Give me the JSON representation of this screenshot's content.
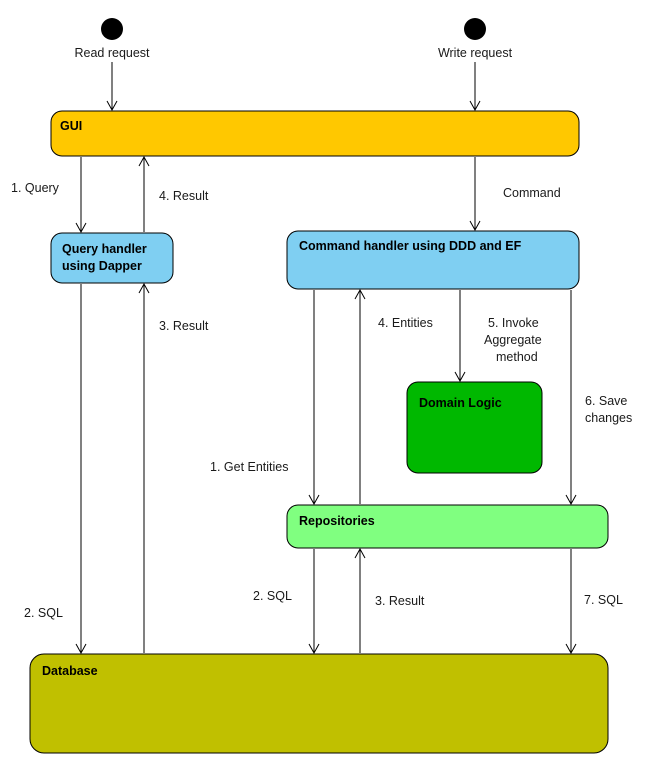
{
  "start_points": {
    "read": "Read request",
    "write": "Write request"
  },
  "boxes": {
    "gui": {
      "title": "GUI",
      "color": "#FFC800"
    },
    "query_handler": {
      "title_line1": "Query handler",
      "title_line2": "using Dapper",
      "color": "#7FCFF2"
    },
    "command_handler": {
      "title": "Command handler using DDD and EF",
      "color": "#7FCFF2"
    },
    "domain_logic": {
      "title": "Domain Logic",
      "color": "#00B800"
    },
    "repositories": {
      "title": "Repositories",
      "color": "#80FF80"
    },
    "database": {
      "title": "Database",
      "color": "#C0C000"
    }
  },
  "edge_labels": {
    "query": "1. Query",
    "gui_result": "4. Result",
    "command": "Command",
    "qh_result": "3. Result",
    "get_entities": "1. Get Entities",
    "entities": "4. Entities",
    "invoke_line1": "5. Invoke",
    "invoke_line2": "Aggregate",
    "invoke_line3": "method",
    "save_line1": "6. Save",
    "save_line2": "changes",
    "qh_sql": "2. SQL",
    "repo_sql": "2. SQL",
    "repo_result": "3. Result",
    "save_sql": "7. SQL"
  }
}
